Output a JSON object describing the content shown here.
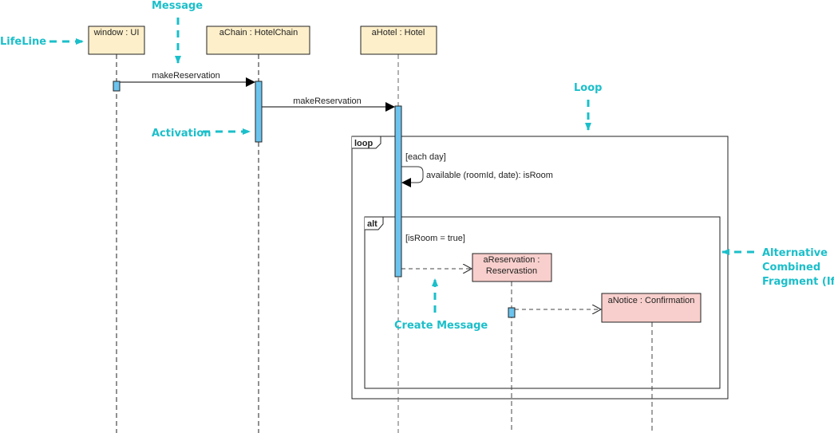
{
  "colors": {
    "annotation": "#1bbfca",
    "lifeline_head": "#fdefc9",
    "created_head": "#f8cfcc",
    "activation": "#6cc4ee"
  },
  "lifelines": [
    {
      "label": "window : UI"
    },
    {
      "label": "aChain : HotelChain"
    },
    {
      "label": "aHotel : Hotel"
    },
    {
      "label_line1": "aReservation :",
      "label_line2": "Reservastion"
    },
    {
      "label": "aNotice : Confirmation"
    }
  ],
  "messages": [
    {
      "label": "makeReservation",
      "from": "window : UI",
      "to": "aChain : HotelChain",
      "kind": "synchronous"
    },
    {
      "label": "makeReservation",
      "from": "aChain : HotelChain",
      "to": "aHotel : Hotel",
      "kind": "synchronous"
    },
    {
      "label": "available (roomId, date): isRoom",
      "from": "aHotel : Hotel",
      "to": "aHotel : Hotel",
      "kind": "self"
    },
    {
      "label": "",
      "from": "aHotel : Hotel",
      "to": "aReservation : Reservastion",
      "kind": "create"
    },
    {
      "label": "",
      "from": "aReservation : Reservastion",
      "to": "aNotice : Confirmation",
      "kind": "create"
    }
  ],
  "fragments": [
    {
      "operator": "loop",
      "guard": "[each day]"
    },
    {
      "operator": "alt",
      "guard": "[isRoom = true]"
    }
  ],
  "annotations": {
    "message": "Message",
    "lifeline": "LifeLine",
    "activation": "Activation",
    "loop": "Loop",
    "create_message": "Create Message",
    "alt_line1": "Alternative",
    "alt_line2": "Combined",
    "alt_line3": "Fragment (If)"
  }
}
